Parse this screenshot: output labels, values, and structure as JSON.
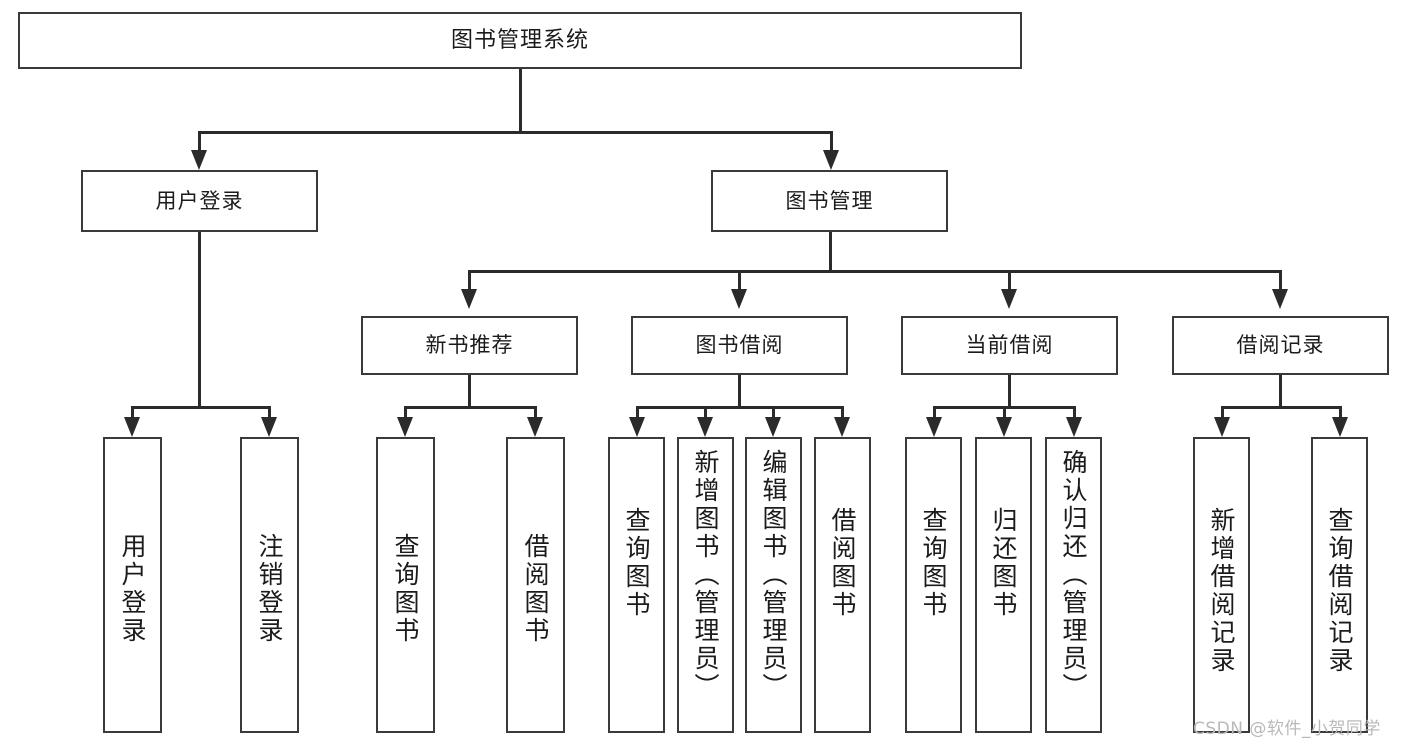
{
  "title": "图书管理系统",
  "watermark": "CSDN @软件_小贺同学",
  "diagram": {
    "type": "tree",
    "root": {
      "label": "图书管理系统"
    },
    "level2": [
      {
        "label": "用户登录"
      },
      {
        "label": "图书管理"
      }
    ],
    "level3": [
      {
        "label": "新书推荐"
      },
      {
        "label": "图书借阅"
      },
      {
        "label": "当前借阅"
      },
      {
        "label": "借阅记录"
      }
    ],
    "leaves": {
      "user_login": [
        {
          "label": "用户登录"
        },
        {
          "label": "注销登录"
        }
      ],
      "new_book_recommend": [
        {
          "label": "查询图书"
        },
        {
          "label": "借阅图书"
        }
      ],
      "book_borrow": [
        {
          "label": "查询图书"
        },
        {
          "label": "新增图书（管理员）"
        },
        {
          "label": "编辑图书（管理员）"
        },
        {
          "label": "借阅图书"
        }
      ],
      "current_borrow": [
        {
          "label": "查询图书"
        },
        {
          "label": "归还图书"
        },
        {
          "label": "确认归还（管理员）"
        }
      ],
      "borrow_record": [
        {
          "label": "新增借阅记录"
        },
        {
          "label": "查询借阅记录"
        }
      ]
    }
  },
  "colors": {
    "box_border": "#3a3a3a",
    "line": "#2b2b2b",
    "background": "#ffffff",
    "watermark": "#b9b9b9"
  }
}
